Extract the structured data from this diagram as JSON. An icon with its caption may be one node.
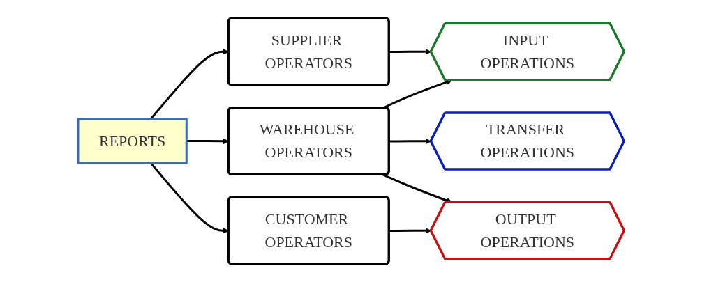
{
  "diagram": {
    "nodes": [
      {
        "text": [
          "REPORTS"
        ]
      },
      {
        "text": [
          "SUPPLIER OPERATORS"
        ]
      },
      {
        "text": [
          "WAREHOUSE OPERATORS"
        ]
      },
      {
        "text": [
          "CUSTOMER OPERATORS"
        ]
      },
      {
        "text": [
          "INPUT OPERATIONS"
        ]
      },
      {
        "text": [
          "TRANSFER OPERATIONS"
        ]
      },
      {
        "text": [
          "OUTPUT OPERATIONS"
        ]
      }
    ],
    "edges": [
      {
        "from": 0,
        "to": 1,
        "arrow": "to"
      },
      {
        "from": 0,
        "to": 2,
        "arrow": "to"
      },
      {
        "from": 0,
        "to": 3,
        "arrow": "to"
      },
      {
        "from": 1,
        "to": 4,
        "arrow": "to"
      },
      {
        "from": 2,
        "to": 4,
        "arrow": "to"
      },
      {
        "from": 2,
        "to": 5,
        "arrow": "to"
      },
      {
        "from": 2,
        "to": 6,
        "arrow": "to"
      },
      {
        "from": 3,
        "to": 6,
        "arrow": "to"
      }
    ]
  }
}
